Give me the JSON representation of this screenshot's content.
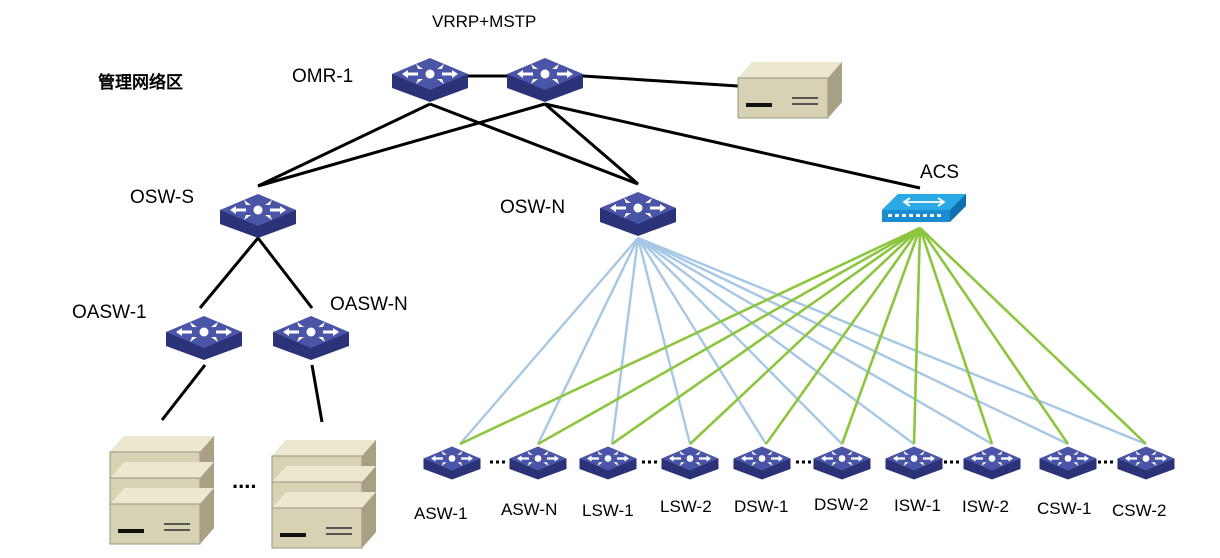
{
  "zone_label": "管理网络区",
  "protocol_label": "VRRP+MSTP",
  "core_label": "OMR-1",
  "distribution": {
    "south_label": "OSW-S",
    "north_label": "OSW-N",
    "acs_label": "ACS"
  },
  "oasw": {
    "left_label": "OASW-1",
    "right_label": "OASW-N"
  },
  "server_ellipsis": "....",
  "access_switches": {
    "asw1": "ASW-1",
    "aswn": "ASW-N",
    "lsw1": "LSW-1",
    "lsw2": "LSW-2",
    "dsw1": "DSW-1",
    "dsw2": "DSW-2",
    "isw1": "ISW-1",
    "isw2": "ISW-2",
    "csw1": "CSW-1",
    "csw2": "CSW-2"
  },
  "colors": {
    "switch_top": "#4a55a8",
    "switch_side": "#2a3278",
    "acs_top": "#29a9e6",
    "link_black": "#000000",
    "link_blue": "#a6c8e6",
    "link_green": "#8cc63f",
    "server_body": "#d8d2b4"
  }
}
